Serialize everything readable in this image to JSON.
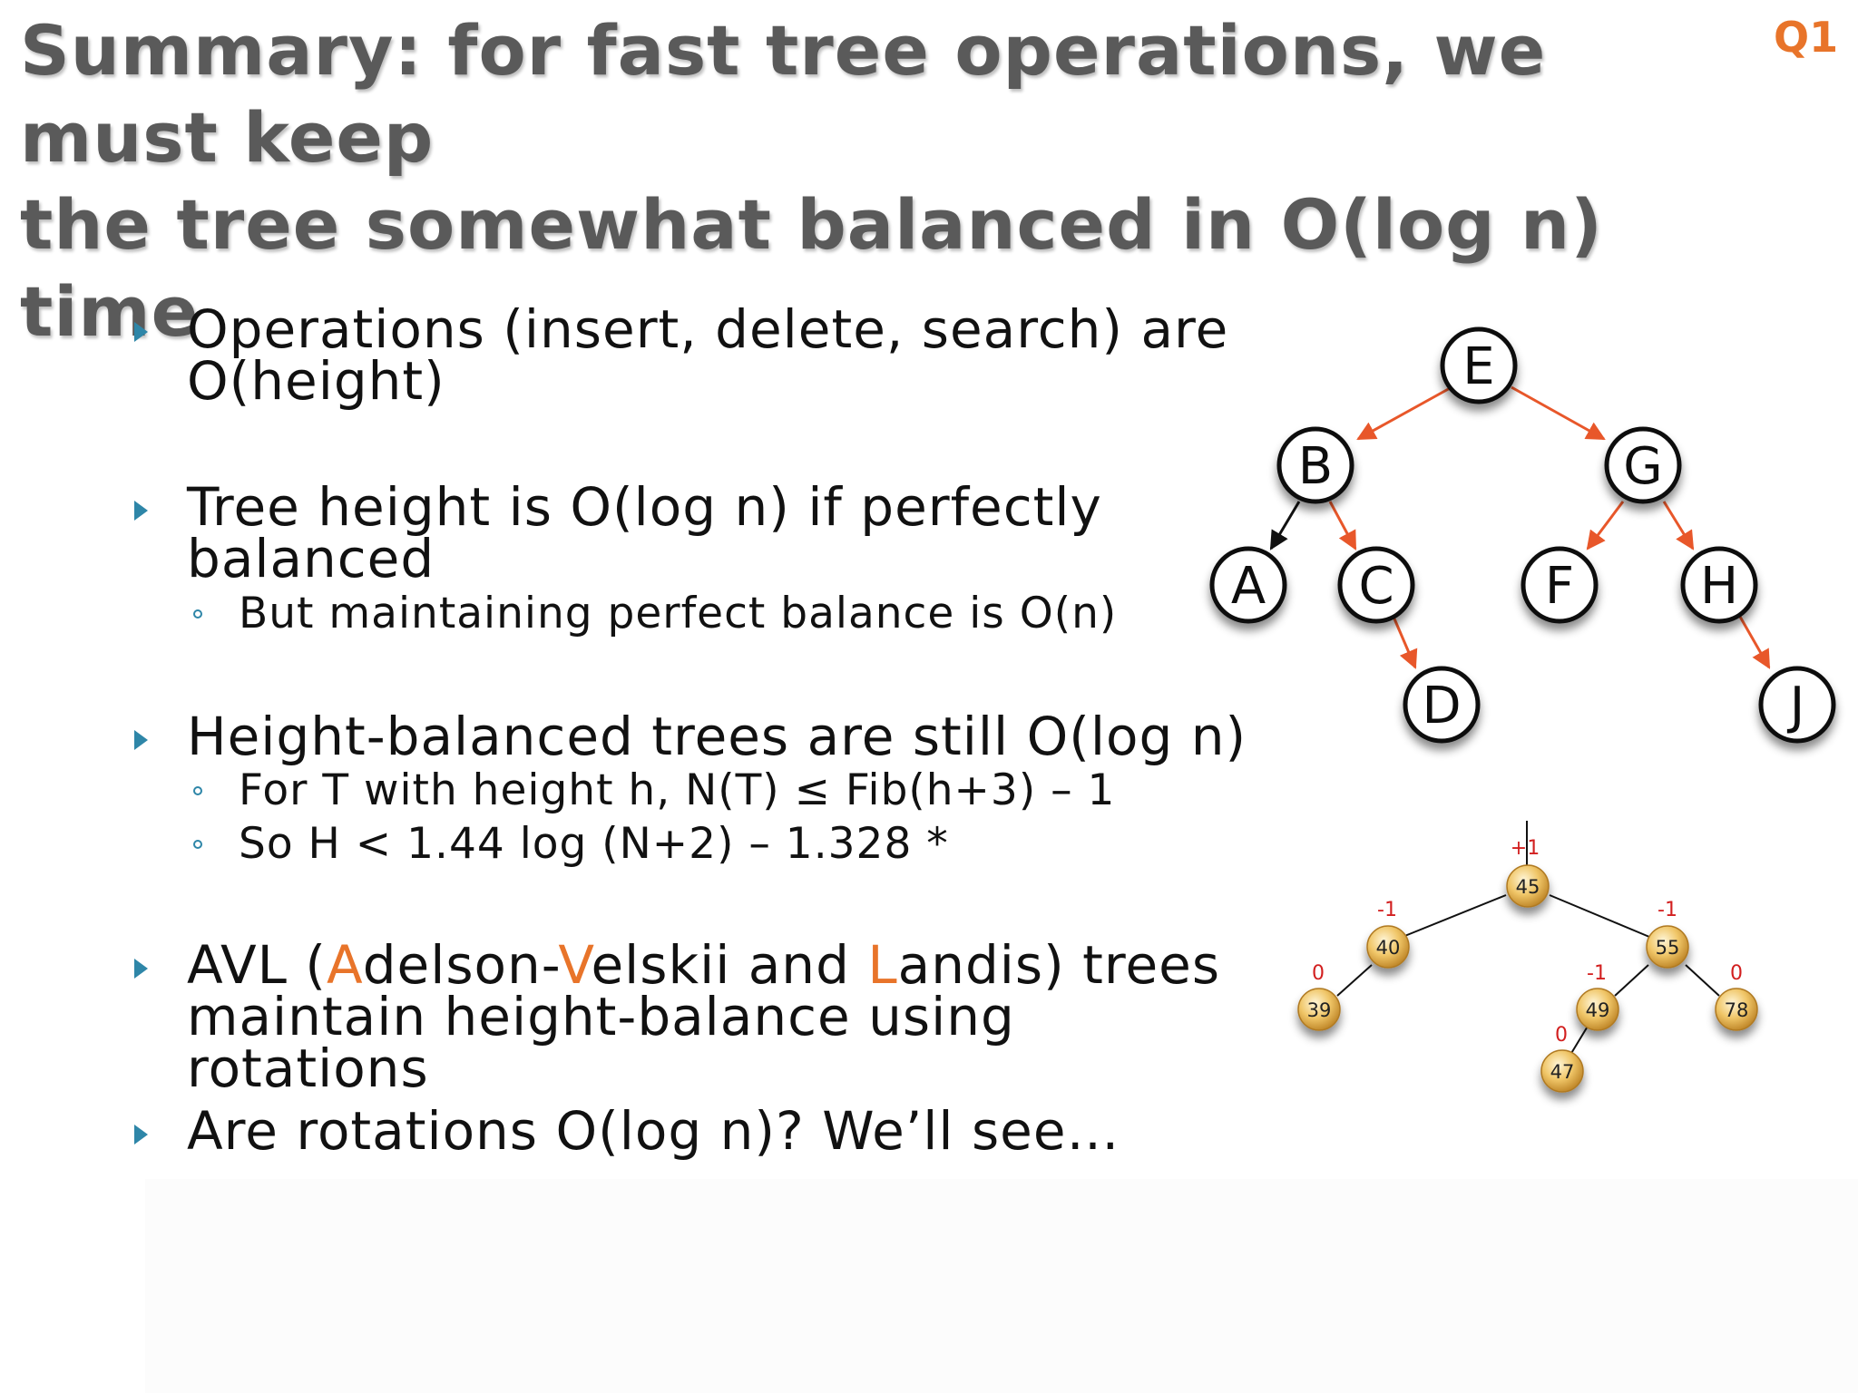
{
  "slide": {
    "title_line1": "Summary: for fast tree operations, we must keep",
    "title_line2": "the tree somewhat balanced in O(log n) time",
    "tag": "Q1"
  },
  "bullets": {
    "b1_line1": "Operations (insert, delete, search) are",
    "b1_line2": "O(height)",
    "b2_line1": "Tree height is O(log n) if perfectly",
    "b2_line2": "balanced",
    "b2_sub1": "But maintaining perfect balance is O(n)",
    "b3_line1": "Height-balanced trees are still O(log n)",
    "b3_sub1": "For T with height h, N(T) ≤ Fib(h+3) – 1",
    "b3_sub2": "So H < 1.44 log (N+2) – 1.328 *",
    "b4_pre": "AVL (",
    "b4_A": "A",
    "b4_mid1": "delson-",
    "b4_V": "V",
    "b4_mid2": "elskii and ",
    "b4_L": "L",
    "b4_post": "andis) trees",
    "b4_line2": "maintain height-balance using",
    "b4_line3": "rotations",
    "b5_line1": "Are rotations O(log n)? We’ll see…"
  },
  "letter_tree": {
    "nodes": [
      "E",
      "B",
      "G",
      "A",
      "C",
      "F",
      "H",
      "D",
      "J"
    ]
  },
  "avl_tree": {
    "nodes": [
      {
        "key": "45",
        "balance": "+1"
      },
      {
        "key": "40",
        "balance": "-1"
      },
      {
        "key": "55",
        "balance": "-1"
      },
      {
        "key": "39",
        "balance": "0"
      },
      {
        "key": "49",
        "balance": "-1"
      },
      {
        "key": "78",
        "balance": "0"
      },
      {
        "key": "47",
        "balance": "0"
      }
    ]
  },
  "colors": {
    "accent": "#e8742a",
    "bullet": "#2e86a8",
    "title": "#5a5a5a"
  }
}
